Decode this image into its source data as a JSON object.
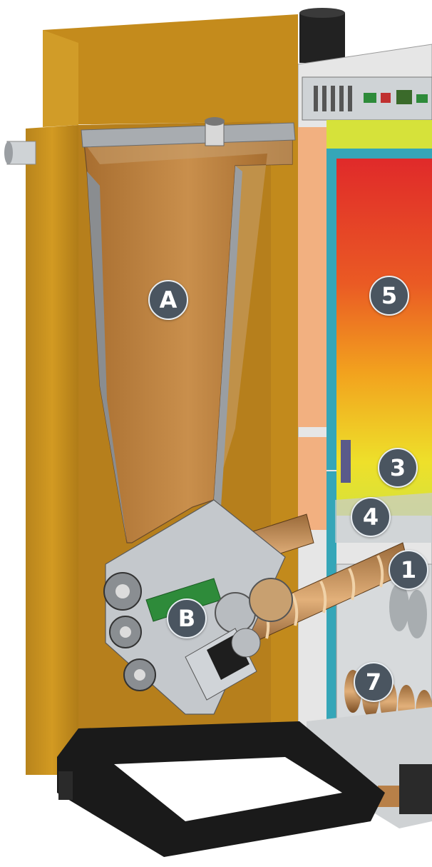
{
  "markers": {
    "A": "A",
    "B": "B",
    "one": "1",
    "three": "3",
    "four": "4",
    "five": "5",
    "seven": "7"
  },
  "colors": {
    "cabinet": "#c9921e",
    "cabinet_dark": "#a6761a",
    "hopper_inner": "#b87f3c",
    "steel": "#b8bcc0",
    "frame": "#1a1a1a",
    "insulation": "#f2b080",
    "water_jacket": "#35a6b8",
    "heat_top": "#e02a2a",
    "heat_mid": "#f08a20",
    "heat_bottom": "#e8e020",
    "marker_fill": "#4a5560",
    "motor_green": "#2e8b3a"
  }
}
